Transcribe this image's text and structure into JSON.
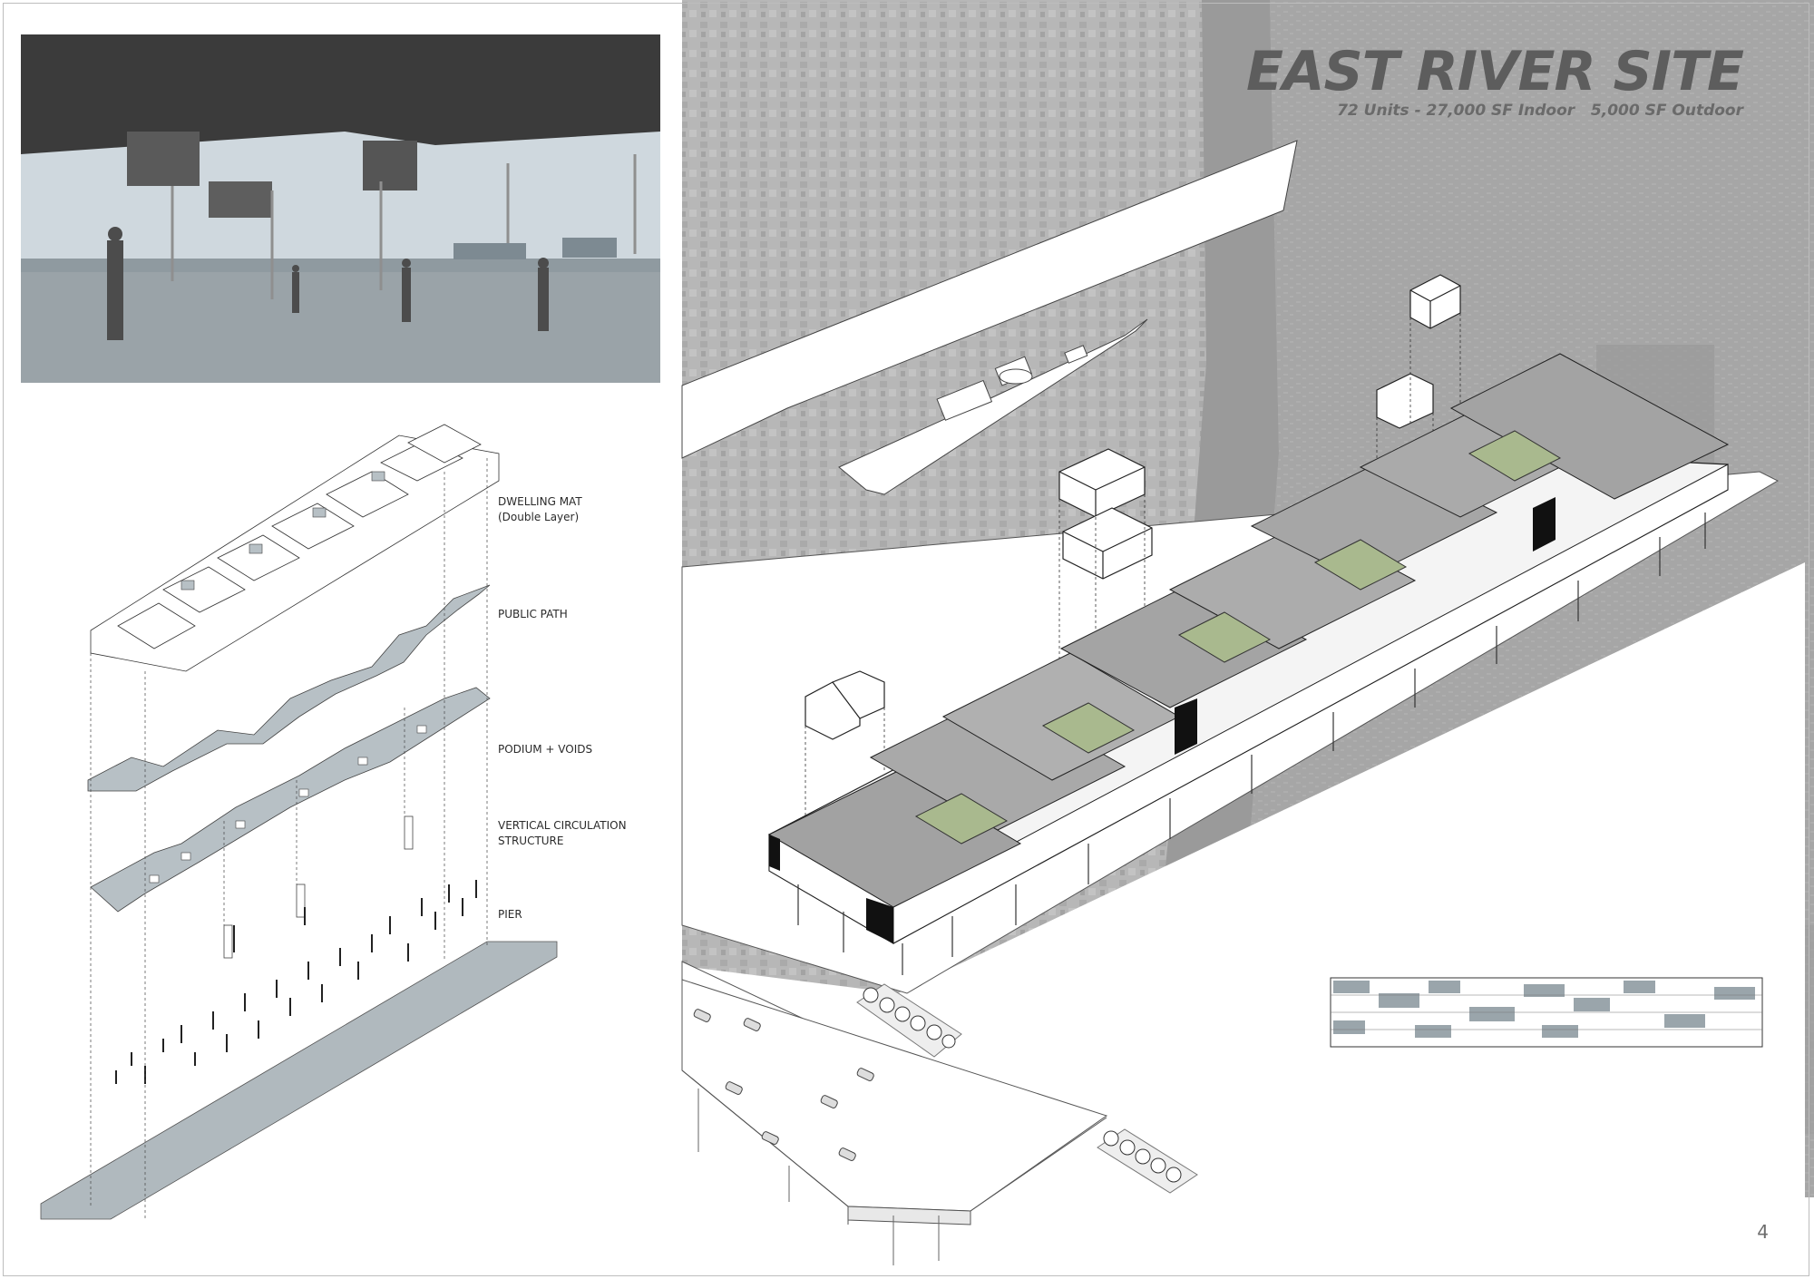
{
  "header": {
    "title": "EAST RIVER SITE",
    "subtitle": "72 Units - 27,000 SF Indoor   5,000 SF Outdoor"
  },
  "layers": [
    {
      "label": "DWELLING MAT",
      "sublabel": "(Double Layer)"
    },
    {
      "label": "PUBLIC PATH",
      "sublabel": ""
    },
    {
      "label": "PODIUM + VOIDS",
      "sublabel": ""
    },
    {
      "label": "VERTICAL CIRCULATION",
      "sublabel": "STRUCTURE"
    },
    {
      "label": "PIER",
      "sublabel": ""
    }
  ],
  "page_number": "4",
  "colors": {
    "aerial_bg": "#9a9a9a",
    "river": "#8f8f8f",
    "podium_fill": "#b7c0c5",
    "roof": "#a6a6a6",
    "green_court": "#a9b98e",
    "title": "#5d5d5d"
  }
}
